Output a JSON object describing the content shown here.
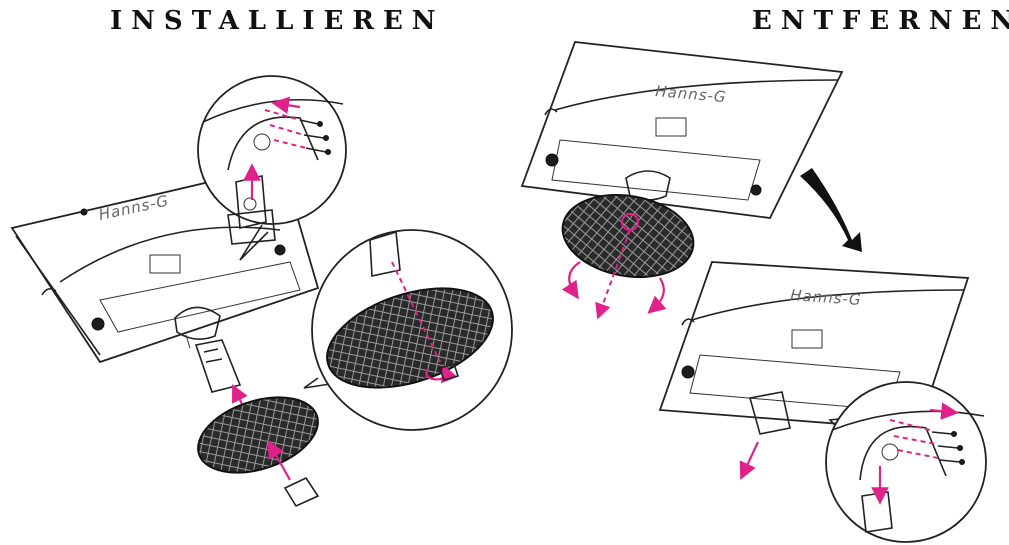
{
  "headings": {
    "install": "INSTALLIEREN",
    "remove": "ENTFERNEN"
  },
  "brand": "Hanns-G",
  "colors": {
    "accent_arrow": "#e0218a",
    "line": "#222222",
    "background": "#ffffff"
  },
  "icons": [
    "monitor-back-icon",
    "stand-base-icon",
    "screw-icon",
    "arrow-icon",
    "rotate-icon",
    "magnifier-callout-icon"
  ]
}
